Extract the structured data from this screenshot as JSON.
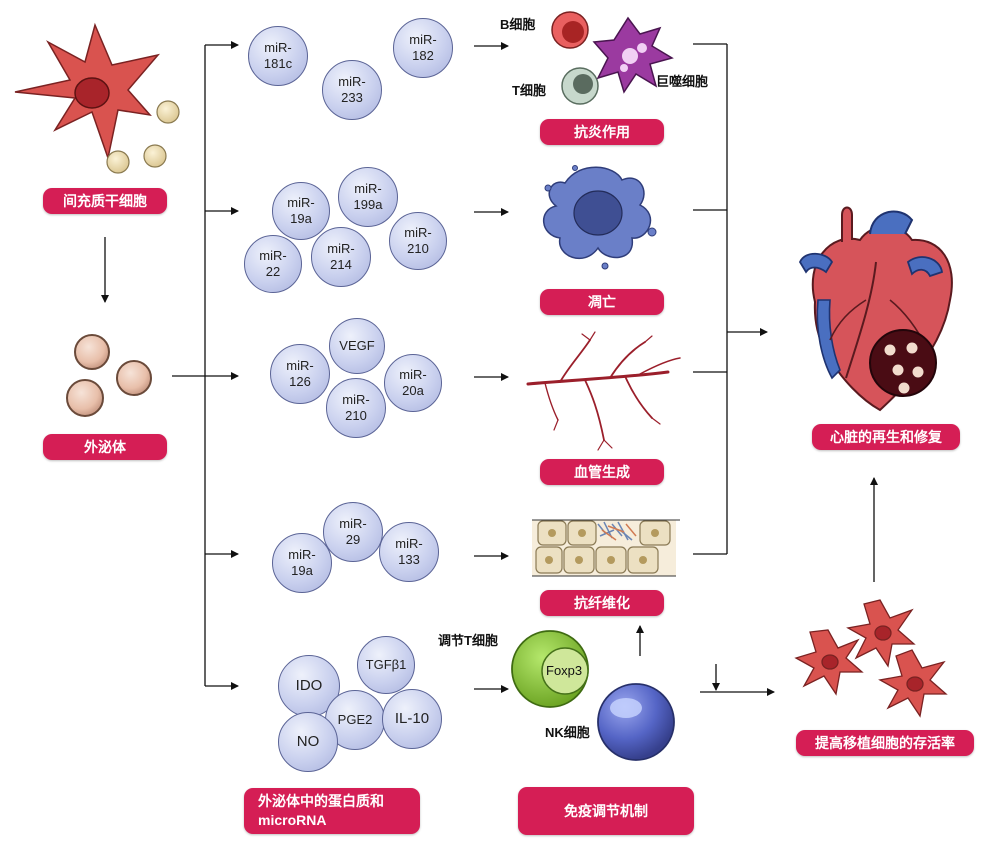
{
  "labels": {
    "msc": "间充质干细胞",
    "exosome": "外泌体",
    "proteins_mirna": "外泌体中的蛋白质和\nmicroRNA",
    "immune_mechanism": "免疫调节机制",
    "anti_inflammation": "抗炎作用",
    "apoptosis": "凋亡",
    "angiogenesis": "血管生成",
    "anti_fibrosis": "抗纤维化",
    "heart_repair": "心脏的再生和修复",
    "transplant_survival": "提高移植细胞的存活率"
  },
  "cells": {
    "b_cell": "B细胞",
    "t_cell": "T细胞",
    "macrophage": "巨噬细胞",
    "treg": "调节T细胞",
    "foxp3": "Foxp3",
    "nk_cell": "NK细胞"
  },
  "groups": {
    "row1": [
      "miR-\n181c",
      "miR-\n233",
      "miR-\n182"
    ],
    "row2": [
      "miR-\n19a",
      "miR-\n199a",
      "miR-\n210",
      "miR-\n22",
      "miR-\n214"
    ],
    "row3": [
      "VEGF",
      "miR-\n126",
      "miR-\n20a",
      "miR-\n210"
    ],
    "row4": [
      "miR-\n29",
      "miR-\n19a",
      "miR-\n133"
    ],
    "row5": [
      "IDO",
      "TGFβ1",
      "PGE2",
      "IL-10",
      "NO"
    ]
  },
  "colors": {
    "accent": "#d51e55",
    "bubble": "#c9d0ee",
    "msc_cell": "#d94d4d",
    "heart": "#d6545a"
  }
}
